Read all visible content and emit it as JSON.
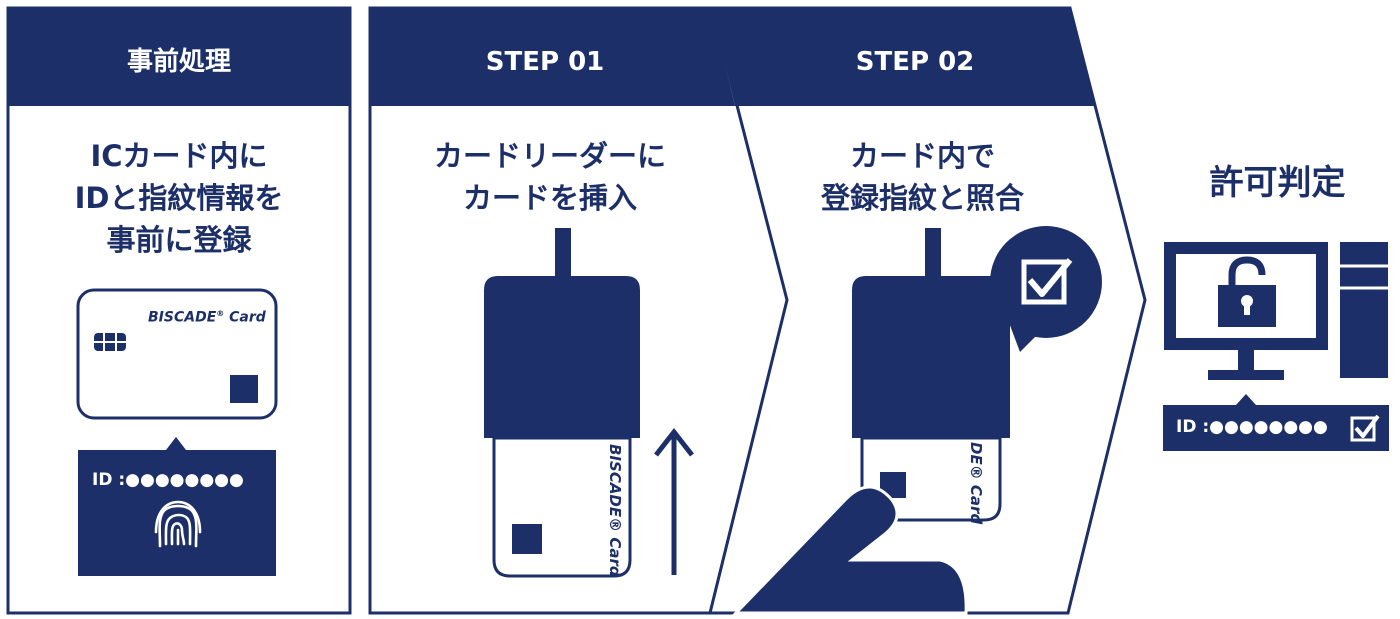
{
  "colors": {
    "navy": "#1c2f68",
    "white": "#ffffff"
  },
  "pre_process": {
    "header": "事前処理",
    "lines": [
      "ICカード内に",
      "IDと指紋情報を",
      "事前に登録"
    ],
    "card_brand": "BISCADE",
    "card_brand_mark": "®",
    "card_brand_suffix": "Card",
    "id_label": "ID :●●●●●●●●",
    "icons": [
      "ic-chip-icon",
      "fingerprint-icon"
    ]
  },
  "step01": {
    "header": "STEP 01",
    "lines": [
      "カードリーダーに",
      "カードを挿入"
    ],
    "card_text": "BISCADE® Card",
    "icons": [
      "card-reader-icon",
      "insert-arrow-icon"
    ]
  },
  "step02": {
    "header": "STEP 02",
    "lines": [
      "カード内で",
      "登録指紋と照合"
    ],
    "card_text": "DE® Card",
    "icons": [
      "card-reader-icon",
      "check-bubble-icon",
      "finger-icon"
    ]
  },
  "result": {
    "title": "許可判定",
    "id_label": "ID :●●●●●●●●",
    "icons": [
      "monitor-icon",
      "unlock-icon",
      "tower-icon",
      "checkbox-icon"
    ]
  }
}
